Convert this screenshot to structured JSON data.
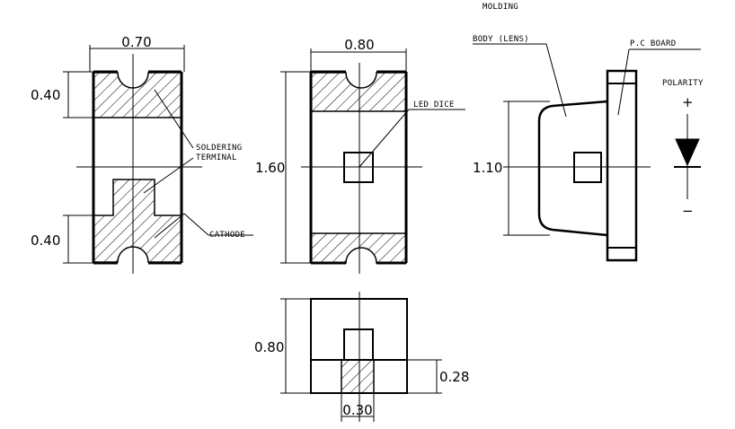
{
  "views": {
    "top": {
      "width_dim": "0.70",
      "pad_dim_top": "0.40",
      "pad_dim_bottom": "0.40",
      "soldering_label_line1": "SOLDERING",
      "soldering_label_line2": "TERMINAL",
      "cathode_label": "CATHODE"
    },
    "front": {
      "width_dim": "0.80",
      "height_dim": "1.60",
      "led_dice_label": "LED DICE"
    },
    "side": {
      "height_dim": "1.10",
      "molding_label_line1": "MOLDING",
      "molding_label_line2": "BODY (LENS)",
      "pcb_label": "P.C BOARD"
    },
    "polarity": {
      "title": "POLARITY",
      "plus": "+",
      "minus": "−"
    },
    "end": {
      "height_dim": "0.80",
      "pad_height_dim": "0.28",
      "pad_width_dim": "0.30"
    }
  },
  "colors": {
    "line": "#000000",
    "background": "#ffffff"
  }
}
